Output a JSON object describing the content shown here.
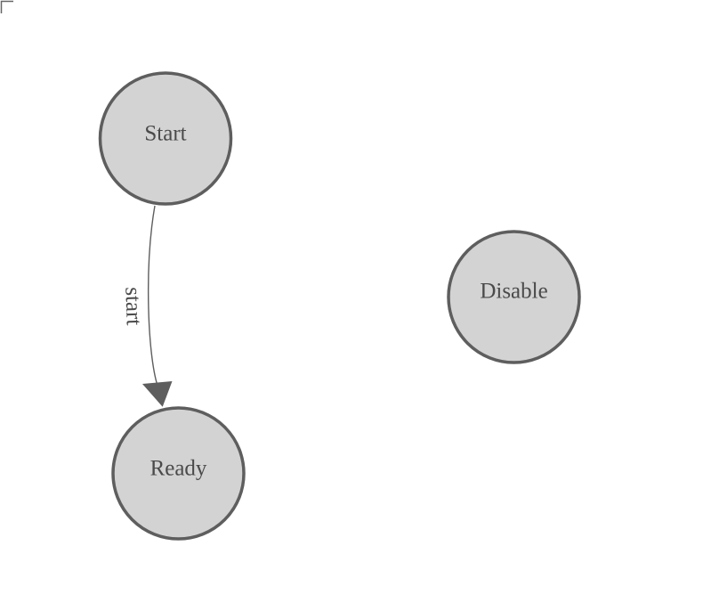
{
  "diagram": {
    "kind": "finite-state-machine",
    "background": "#ffffff",
    "colors": {
      "node_fill": "#d3d3d3",
      "node_stroke": "#5e5e5e",
      "node_label": "#4a4a4a",
      "edge_stroke": "#5e5e5e",
      "edge_label": "#4a4a4a",
      "corner_mark": "#666666"
    },
    "nodes": [
      {
        "id": "start",
        "label": "Start"
      },
      {
        "id": "ready",
        "label": "Ready"
      },
      {
        "id": "disable",
        "label": "Disable"
      }
    ],
    "edges": [
      {
        "from": "start",
        "to": "ready",
        "label": "start"
      }
    ]
  }
}
